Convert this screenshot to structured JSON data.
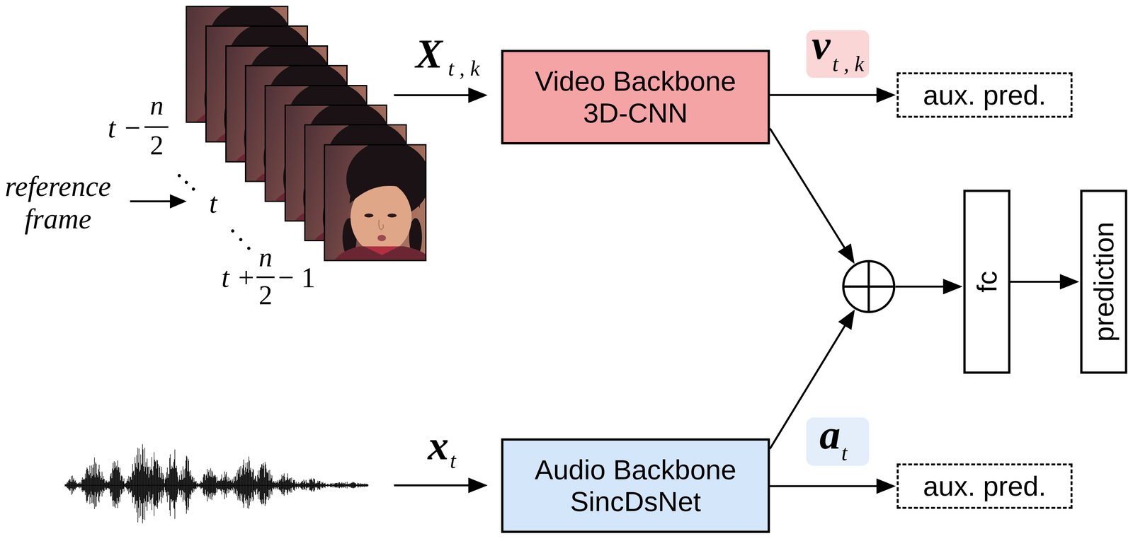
{
  "diagram": {
    "nodes": [
      {
        "text": [
          "Video Backbone 3D-CNN"
        ]
      },
      {
        "text": [
          "aux. pred."
        ]
      },
      {
        "text": [
          "fc"
        ]
      },
      {
        "text": [
          "prediction"
        ]
      },
      {
        "text": [
          "Audio Backbone SincDsNet"
        ]
      },
      {
        "text": [
          "aux. pred."
        ]
      }
    ],
    "edges": [
      {
        "from": 0,
        "to": 1,
        "arrow": "to"
      },
      {
        "from": 0,
        "to": 2,
        "arrow": "to"
      },
      {
        "from": 2,
        "to": 3,
        "arrow": "to"
      },
      {
        "from": 4,
        "to": 2,
        "arrow": "to"
      },
      {
        "from": 4,
        "to": 5,
        "arrow": "to"
      }
    ],
    "labels": [
      "t −",
      "n",
      "2",
      "reference frame",
      "t",
      "t +",
      "n",
      "2",
      "− 1",
      "X",
      "t , k",
      "v",
      "t , k",
      "x",
      "t",
      "a",
      "t"
    ]
  }
}
